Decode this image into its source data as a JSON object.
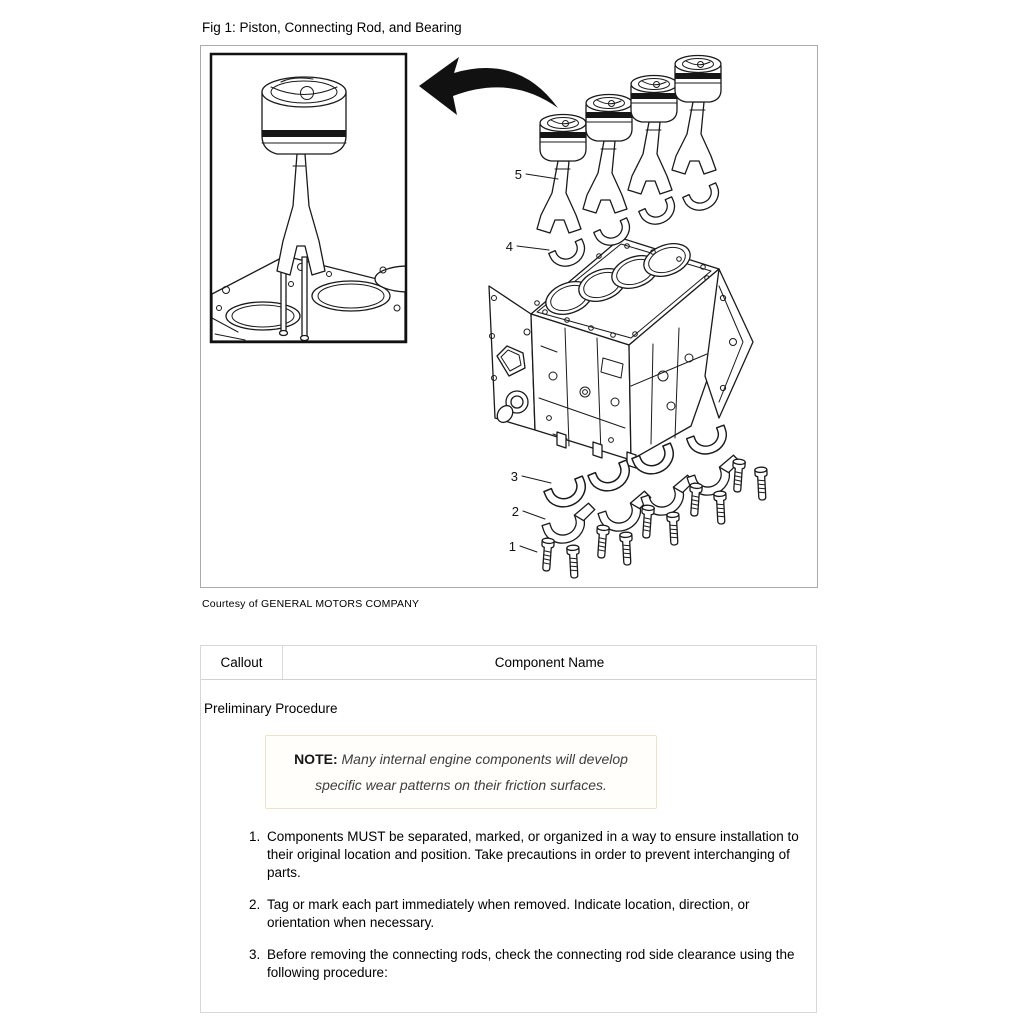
{
  "figure": {
    "title": "Fig 1: Piston, Connecting Rod, and Bearing",
    "caption": "Courtesy of GENERAL MOTORS COMPANY",
    "callouts": [
      {
        "label": "1"
      },
      {
        "label": "2"
      },
      {
        "label": "3"
      },
      {
        "label": "4"
      },
      {
        "label": "5"
      }
    ]
  },
  "table": {
    "headers": {
      "col1": "Callout",
      "col2": "Component Name"
    },
    "section_title": "Preliminary Procedure",
    "note": {
      "label": "NOTE:",
      "text": "Many internal engine components will develop specific wear patterns on their friction surfaces."
    },
    "steps": [
      {
        "number": "1.",
        "text": "Components MUST be separated, marked, or organized in a way to ensure installation to their original location and position. Take precautions in order to prevent interchanging of parts."
      },
      {
        "number": "2.",
        "text": "Tag or mark each part immediately when removed. Indicate location, direction, or orientation when necessary."
      },
      {
        "number": "3.",
        "text": "Before removing the connecting rods, check the connecting rod side clearance using the following procedure:"
      }
    ]
  },
  "colors": {
    "figure_border": "#ababab",
    "table_border": "#d8d8d8",
    "note_border": "#efe3c7",
    "diagram_line": "#1a1a1a"
  }
}
